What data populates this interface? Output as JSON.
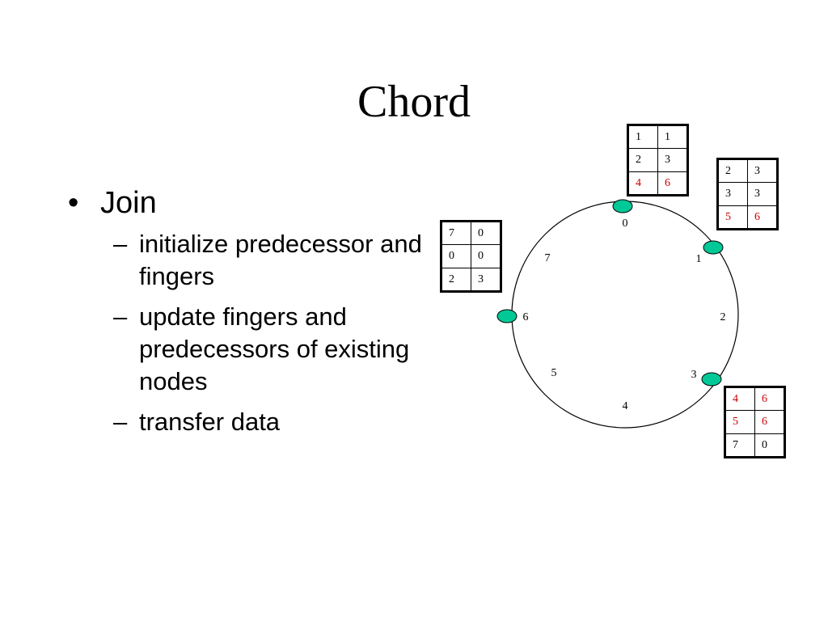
{
  "title": "Chord",
  "bullets": {
    "main": "Join",
    "sub": [
      "initialize predecessor and fingers",
      "update fingers and predecessors of existing nodes",
      "transfer data"
    ]
  },
  "ring": {
    "labels": [
      "0",
      "1",
      "2",
      "3",
      "4",
      "5",
      "6",
      "7"
    ],
    "nodes": [
      "0",
      "1",
      "3",
      "6"
    ],
    "node_color": "#00c896"
  },
  "finger_tables": {
    "node_0": [
      [
        "1",
        "1"
      ],
      [
        "2",
        "3"
      ],
      [
        "4",
        "6"
      ]
    ],
    "node_1": [
      [
        "2",
        "3"
      ],
      [
        "3",
        "3"
      ],
      [
        "5",
        "6"
      ]
    ],
    "node_3": [
      [
        "4",
        "6"
      ],
      [
        "5",
        "6"
      ],
      [
        "7",
        "0"
      ]
    ],
    "node_6": [
      [
        "7",
        "0"
      ],
      [
        "0",
        "0"
      ],
      [
        "2",
        "3"
      ]
    ]
  },
  "highlight_color": "#cc0000"
}
